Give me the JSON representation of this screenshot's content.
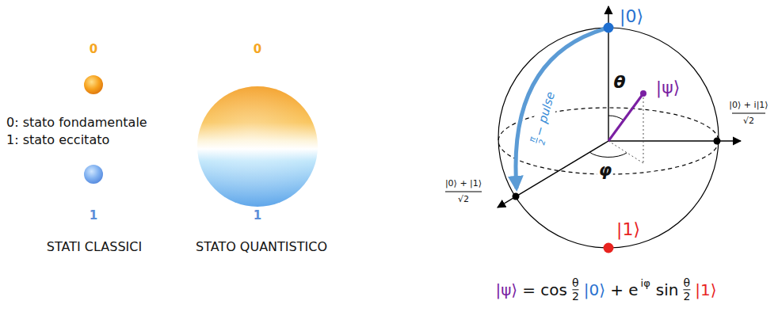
{
  "diagram": {
    "labels": [
      "0",
      "0: stato fondamentale",
      "1: stato eccitato",
      "1",
      "STATI CLASSICI",
      "0",
      "1",
      "STATO QUANTISTICO",
      "|0⟩",
      "θ",
      "|ψ⟩",
      "|0⟩ + i|1⟩",
      "√2",
      "|0⟩ + |1⟩",
      "√2",
      "φ",
      "π",
      "2",
      "− pulse",
      "|1⟩",
      "|ψ⟩",
      "= cos",
      "θ",
      "2",
      "|0⟩",
      "+ e",
      "iφ",
      "sin",
      "θ",
      "2",
      "|1⟩"
    ]
  }
}
